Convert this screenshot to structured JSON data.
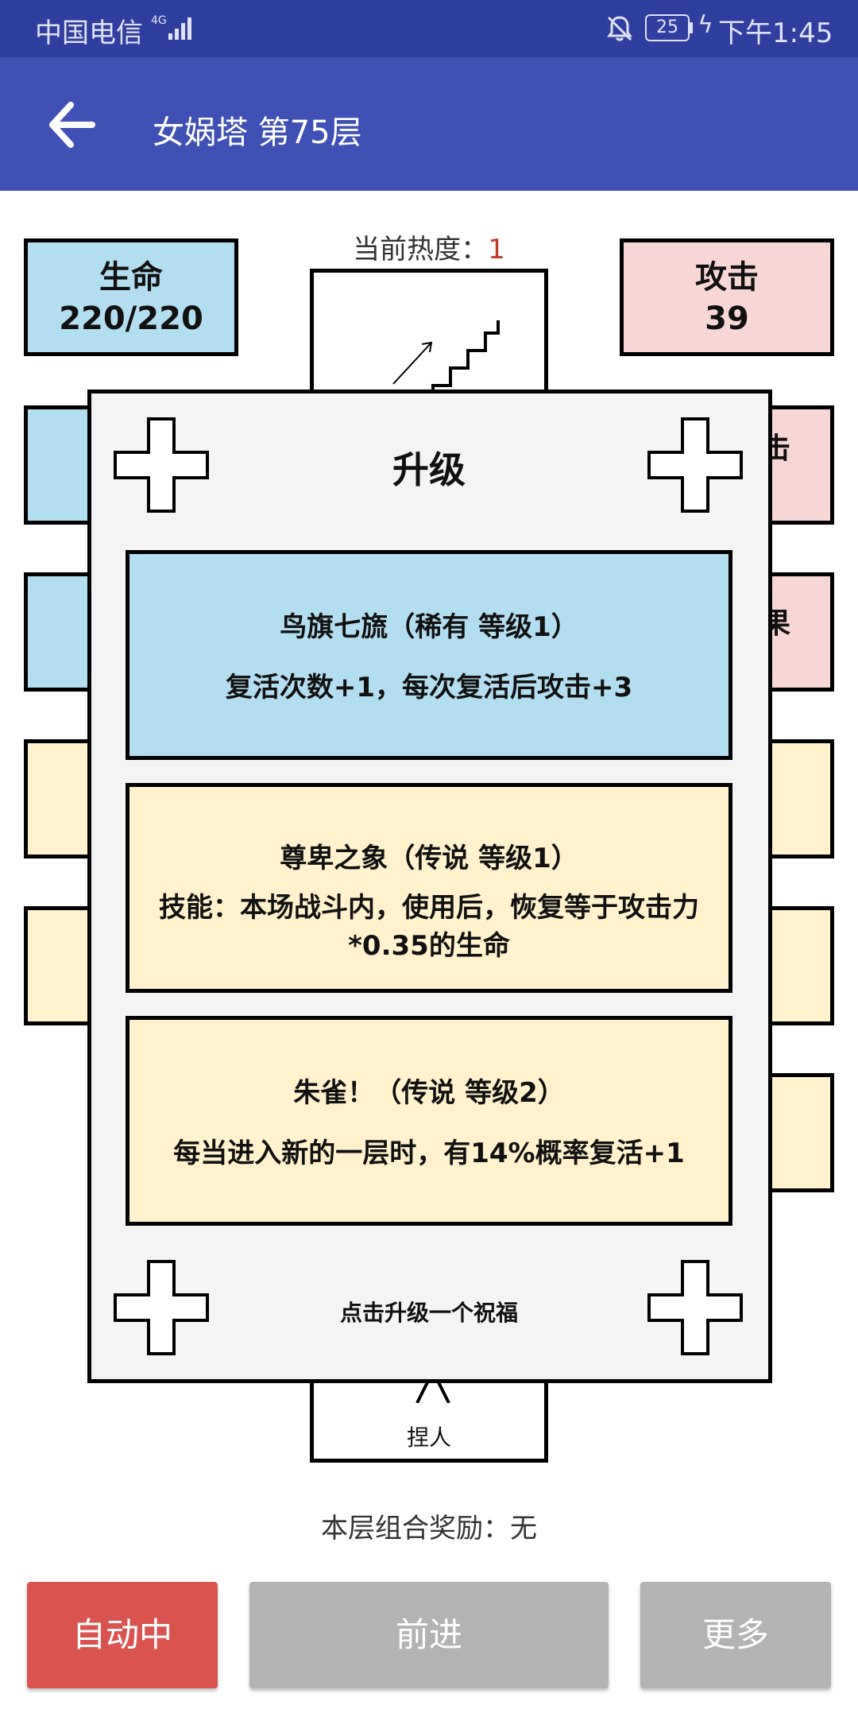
{
  "status_bar": {
    "carrier": "中国电信",
    "network": "4G",
    "battery": "25",
    "time": "下午1:45"
  },
  "header": {
    "back_icon": "arrow-left-icon",
    "title": "女娲塔 第75层"
  },
  "board": {
    "heat_label": "当前热度：",
    "heat_value": "1",
    "hp": {
      "label": "生命",
      "value": "220/220"
    },
    "attack": {
      "label": "攻击",
      "value": "39"
    },
    "right_edge_1": "击",
    "right_edge_2": "果",
    "bottom_tile_label": "捏人"
  },
  "modal": {
    "title": "升级",
    "options": [
      {
        "name": "鸟旗七旒（稀有 等级1）",
        "desc": "复活次数+1，每次复活后攻击+3",
        "color": "#b3def1"
      },
      {
        "name": "尊卑之象（传说 等级1）",
        "desc": "技能：本场战斗内，使用后，恢复等于攻击力*0.35的生命",
        "color": "#fff2cc"
      },
      {
        "name": "朱雀！（传说 等级2）",
        "desc": "每当进入新的一层时，有14%概率复活+1",
        "color": "#fff2cc"
      }
    ],
    "hint": "点击升级一个祝福"
  },
  "footer": {
    "bonus_label": "本层组合奖励：",
    "bonus_value": "无",
    "buttons": {
      "auto": "自动中",
      "forward": "前进",
      "more": "更多"
    }
  },
  "colors": {
    "status_bar": "#303f9f",
    "app_bar": "#3f51b5",
    "auto_button": "#d9534f",
    "gray_button": "#b3b3b3",
    "blue_card": "#b3def1",
    "pink_card": "#f8d6d6",
    "yellow_card": "#fff2cc"
  }
}
